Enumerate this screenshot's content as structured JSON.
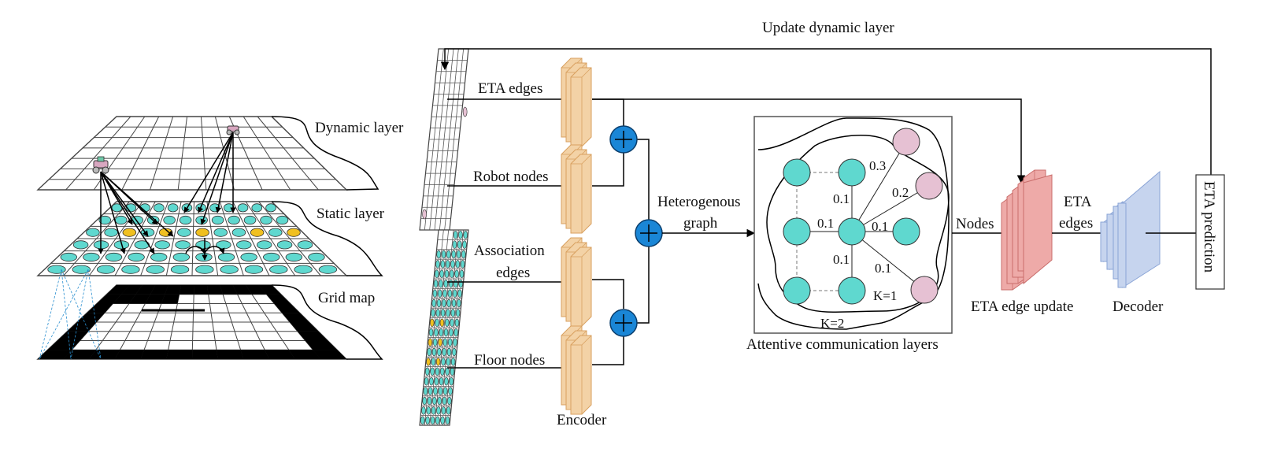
{
  "labels": {
    "update_dynamic_layer": "Update dynamic layer",
    "dynamic_layer": "Dynamic layer",
    "static_layer": "Static layer",
    "grid_map": "Grid map",
    "eta_edges_input": "ETA edges",
    "robot_nodes": "Robot nodes",
    "association_edges_line1": "Association",
    "association_edges_line2": "edges",
    "floor_nodes": "Floor nodes",
    "encoder": "Encoder",
    "heterogenous_line1": "Heterogenous",
    "heterogenous_line2": "graph",
    "attentive_layers": "Attentive communication layers",
    "k1": "K=1",
    "k2": "K=2",
    "nodes": "Nodes",
    "eta_edges_out_line1": "ETA",
    "eta_edges_out_line2": "edges",
    "eta_edge_update": "ETA edge update",
    "decoder": "Decoder",
    "eta_prediction": "ETA prediction"
  },
  "edge_weights": {
    "w_top_pink": "0.3",
    "w_mid_pink": "0.2",
    "w_left": "0.1",
    "w_up": "0.1",
    "w_right": "0.1",
    "w_down": "0.1",
    "w_low_pink": "0.1"
  },
  "colors": {
    "teal_node": "#5fd8cf",
    "pink_node": "#e6c1d3",
    "plus_blue": "#1a86d6",
    "encoder_orange": "#f3d2a6",
    "eta_update_red": "#eeaaa8",
    "decoder_blue": "#c6d4ee",
    "static_ellipse": "#5fd8cf",
    "static_yellow": "#f0c020"
  },
  "icons": {
    "plus": "plus-icon",
    "robot": "robot-icon"
  }
}
